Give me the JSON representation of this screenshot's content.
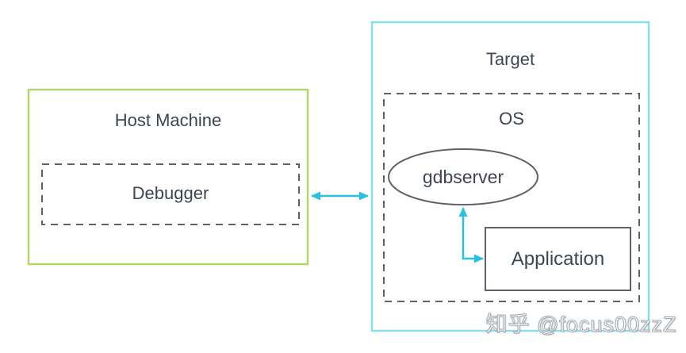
{
  "diagram": {
    "host_box": {
      "title": "Host Machine",
      "debugger_box": {
        "label": "Debugger"
      }
    },
    "target_box": {
      "title": "Target",
      "os_box": {
        "label": "OS"
      },
      "gdbserver": {
        "label": "gdbserver"
      },
      "application": {
        "label": "Application"
      }
    },
    "connections": [
      {
        "from": "Debugger",
        "to": "Target",
        "type": "bidirectional-arrow"
      },
      {
        "from": "Application",
        "to": "gdbserver",
        "type": "bidirectional-elbow-arrow"
      }
    ],
    "watermark": {
      "text": "知乎 @focus00zzZ"
    },
    "colors": {
      "host_border": "#b4d66d",
      "target_border": "#8adfe8",
      "shape_border": "#5d6369",
      "arrow": "#2ac0e0",
      "text": "#3e4550",
      "background": "#ffffff"
    }
  }
}
